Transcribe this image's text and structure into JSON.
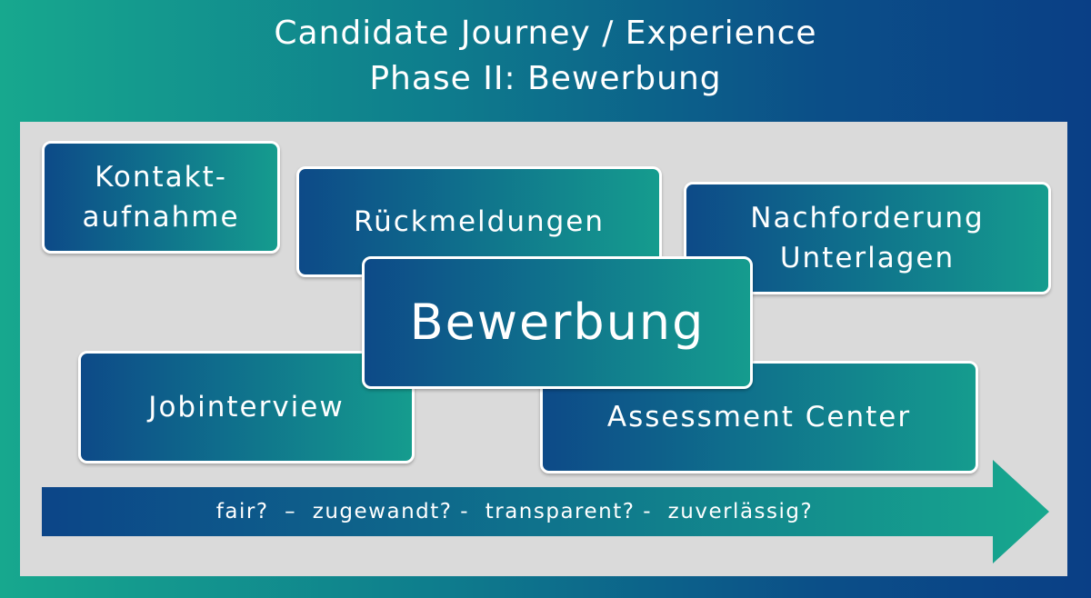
{
  "title": {
    "line1": "Candidate Journey / Experience",
    "line2": "Phase II: Bewerbung"
  },
  "boxes": {
    "kontakt": [
      "Kontakt-",
      "aufnahme"
    ],
    "rueckmeldungen": "Rückmeldungen",
    "nachforderung": [
      "Nachforderung",
      "Unterlagen"
    ],
    "bewerbung": "Bewerbung",
    "jobinterview": "Jobinterview",
    "assessment": "Assessment Center"
  },
  "arrow": {
    "label": "fair?  –  zugewandt? -  transparent? -  zuverlässig?"
  },
  "colors": {
    "teal": "#17a88e",
    "navy": "#0a3f86",
    "panel": "#dadada",
    "border": "#ffffff"
  }
}
